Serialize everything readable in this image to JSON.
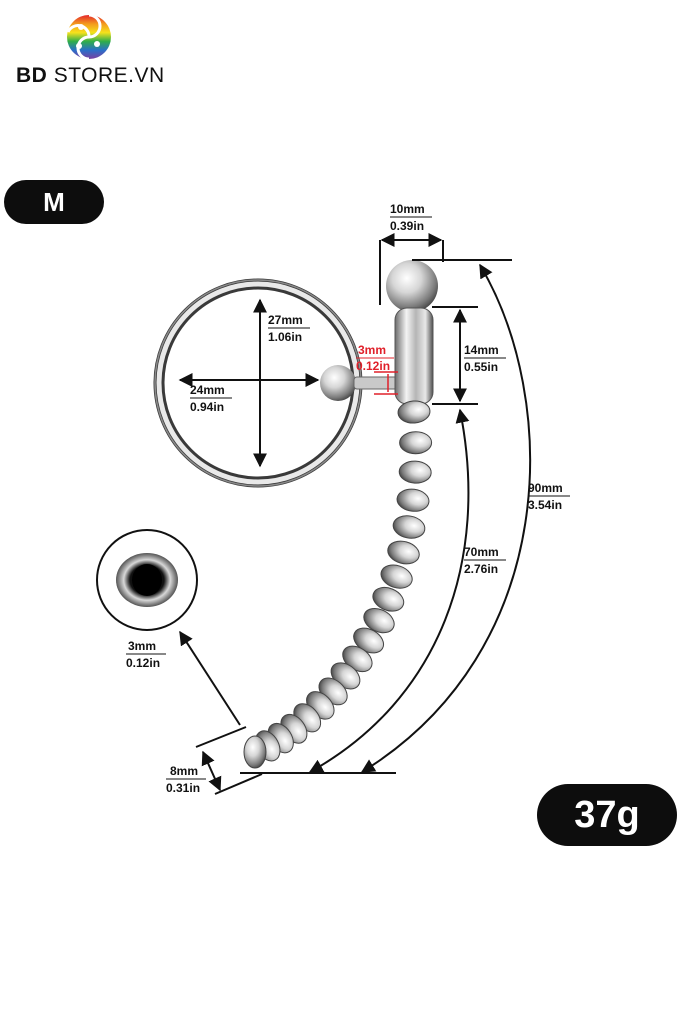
{
  "brand": {
    "name_bold": "BD",
    "name_rest": "STORE.VN",
    "logo_icon": "rainbow-yin-yang-icon"
  },
  "size_badge": "M",
  "weight_badge": "37g",
  "dimensions": {
    "head_width": {
      "mm": "10mm",
      "in": "0.39in"
    },
    "ring_height": {
      "mm": "27mm",
      "in": "1.06in"
    },
    "ring_width": {
      "mm": "24mm",
      "in": "0.94in"
    },
    "connector": {
      "mm": "3mm",
      "in": "0.12in"
    },
    "head_length": {
      "mm": "14mm",
      "in": "0.55in"
    },
    "total_length": {
      "mm": "90mm",
      "in": "3.54in"
    },
    "rod_length": {
      "mm": "70mm",
      "in": "2.76in"
    },
    "hole": {
      "mm": "3mm",
      "in": "0.12in"
    },
    "tip_width": {
      "mm": "8mm",
      "in": "0.31in"
    }
  },
  "colors": {
    "accent_red": "#e0202a",
    "badge_bg": "#0d0d0d",
    "metal_light": "#f2f2f2",
    "metal_dark": "#555555"
  }
}
